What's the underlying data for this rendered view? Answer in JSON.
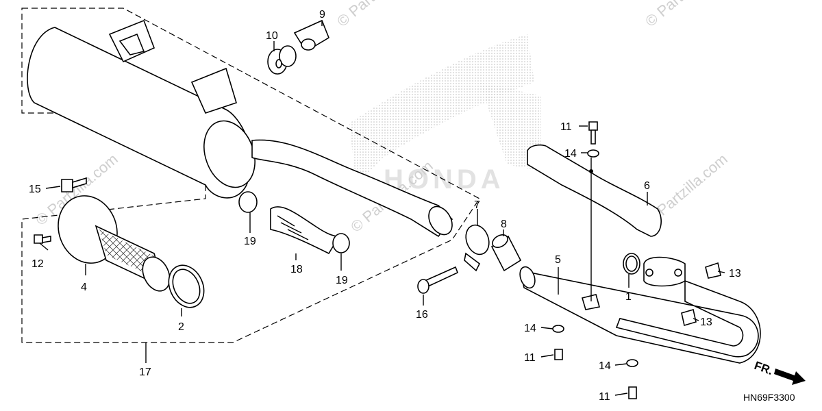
{
  "watermarks": [
    "© Partzilla.com",
    "© Partzilla.com",
    "© Partzilla.com",
    "© Partzilla.com",
    "© Partzilla.com"
  ],
  "brand_watermark": "HONDA",
  "diagram_code": "HN69F3300",
  "front_indicator": "FR.",
  "callouts": {
    "c1": "1",
    "c2": "2",
    "c4": "4",
    "c5": "5",
    "c6": "6",
    "c7": "7",
    "c8": "8",
    "c9": "9",
    "c10": "10",
    "c11a": "11",
    "c11b": "11",
    "c11c": "11",
    "c12": "12",
    "c13a": "13",
    "c13b": "13",
    "c14a": "14",
    "c14b": "14",
    "c14c": "14",
    "c15": "15",
    "c16": "16",
    "c17": "17",
    "c18": "18",
    "c19a": "19",
    "c19b": "19"
  },
  "colors": {
    "line": "#000000",
    "watermark": "#cfcfcf",
    "background": "#ffffff"
  },
  "icons": [
    "muffler-icon",
    "exhaust-pipe-icon",
    "heat-shield-icon",
    "gasket-icon",
    "bolt-icon",
    "washer-icon",
    "nut-icon",
    "clamp-icon",
    "arrow-icon"
  ]
}
